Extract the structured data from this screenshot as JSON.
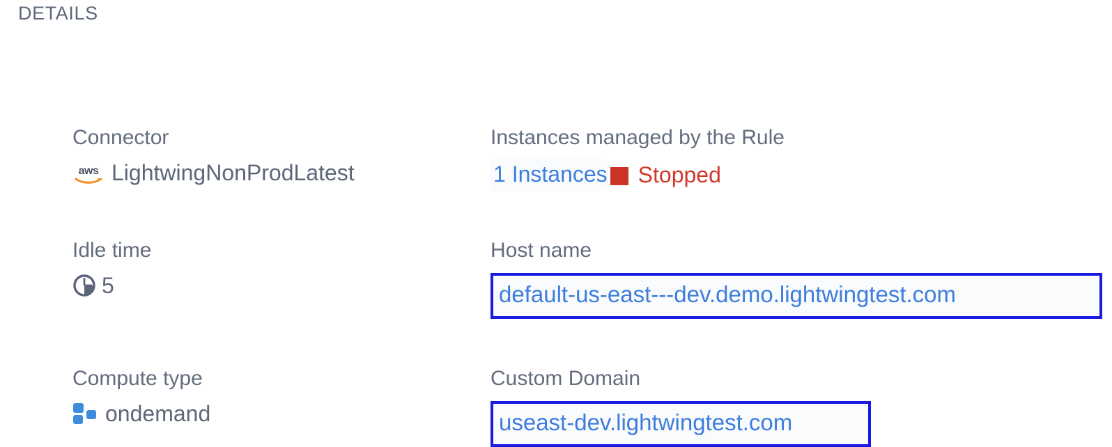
{
  "section": {
    "title": "DETAILS"
  },
  "fields": {
    "connector": {
      "label": "Connector",
      "value": "LightwingNonProdLatest",
      "icon": "aws-icon"
    },
    "instances": {
      "label": "Instances managed by the Rule",
      "count_label": "1 Instances",
      "status": "Stopped",
      "status_icon": "stop-square-icon"
    },
    "idle_time": {
      "label": "Idle time",
      "value": "5",
      "icon": "clock-icon"
    },
    "host_name": {
      "label": "Host name",
      "value": "default-us-east---dev.demo.lightwingtest.com"
    },
    "compute_type": {
      "label": "Compute type",
      "value": "ondemand",
      "icon": "compute-blocks-icon"
    },
    "custom_domain": {
      "label": "Custom Domain",
      "value": "useast-dev.lightwingtest.com"
    }
  },
  "colors": {
    "label": "#636d7e",
    "value": "#5d6778",
    "link": "#3d7edc",
    "highlight_border": "#1a1ae3",
    "status_stopped": "#d03a2b",
    "stop_square": "#cb3426",
    "compute_blocks": "#3d8ddc",
    "aws_orange": "#f0932b"
  }
}
